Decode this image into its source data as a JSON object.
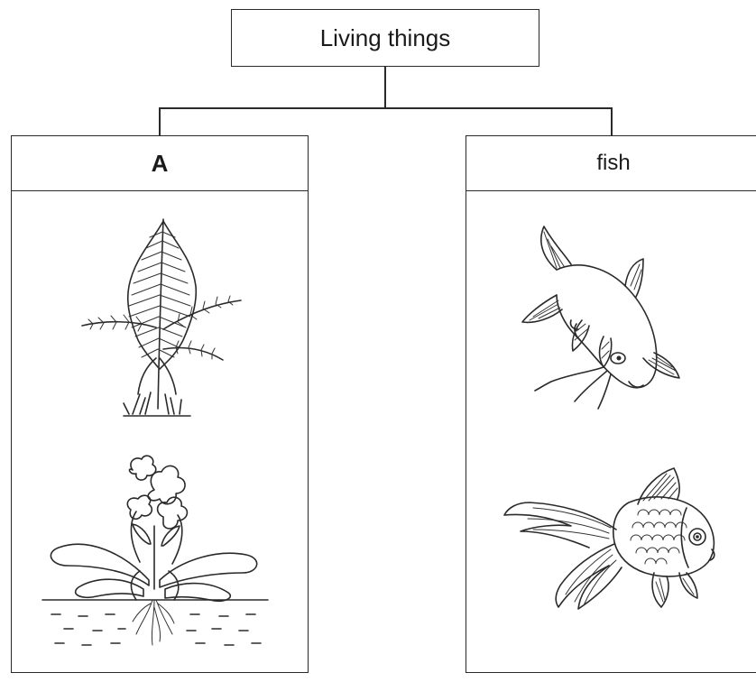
{
  "diagram": {
    "root": {
      "label": "Living things"
    },
    "groups": [
      {
        "id": "A",
        "label": "A",
        "members": [
          "fern-icon",
          "water-hyacinth-icon"
        ]
      },
      {
        "id": "fish",
        "label": "fish",
        "members": [
          "catfish-icon",
          "goldfish-icon"
        ]
      }
    ]
  },
  "colors": {
    "ink": "#2a2a2a",
    "background": "#ffffff"
  }
}
